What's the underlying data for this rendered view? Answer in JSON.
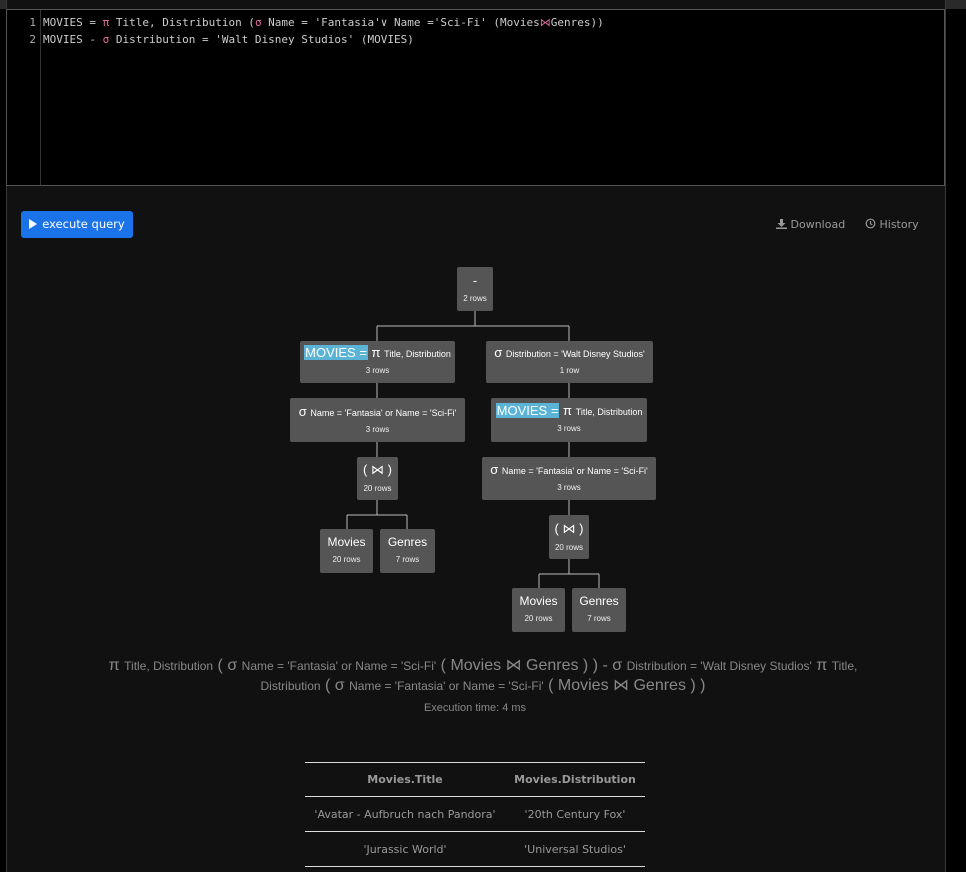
{
  "editor": {
    "lines": [
      {
        "num": "1",
        "parts": [
          "MOVIES = ",
          "π",
          " Title, Distribution (",
          "σ",
          " Name = 'Fantasia'∨ Name ='Sci-Fi' (Movies",
          "⋈",
          "Genres))"
        ]
      },
      {
        "num": "2",
        "parts": [
          "MOVIES - ",
          "σ",
          " Distribution = 'Walt Disney Studios' (MOVIES)"
        ]
      }
    ]
  },
  "toolbar": {
    "execute_label": "execute query",
    "download_label": "Download",
    "history_label": "History"
  },
  "tree": {
    "root": {
      "op": "-",
      "rows": "2 rows"
    },
    "left_proj": {
      "hl": "MOVIES =",
      "sym": "π",
      "sub": "Title, Distribution",
      "rows": "3 rows"
    },
    "left_sel": {
      "sym": "σ",
      "sub": "Name = 'Fantasia' or Name = 'Sci-Fi'",
      "rows": "3 rows"
    },
    "left_join": {
      "op": "( ⋈ )",
      "rows": "20 rows"
    },
    "left_movies": {
      "op": "Movies",
      "rows": "20 rows"
    },
    "left_genres": {
      "op": "Genres",
      "rows": "7 rows"
    },
    "right_sel": {
      "sym": "σ",
      "sub": "Distribution = 'Walt Disney Studios'",
      "rows": "1 row"
    },
    "right_proj": {
      "hl": "MOVIES =",
      "sym": "π",
      "sub": "Title, Distribution",
      "rows": "3 rows"
    },
    "right_sel2": {
      "sym": "σ",
      "sub": "Name = 'Fantasia' or Name = 'Sci-Fi'",
      "rows": "3 rows"
    },
    "right_join": {
      "op": "( ⋈ )",
      "rows": "20 rows"
    },
    "right_movies": {
      "op": "Movies",
      "rows": "20 rows"
    },
    "right_genres": {
      "op": "Genres",
      "rows": "7 rows"
    }
  },
  "expression": {
    "line1": {
      "pi": "π",
      "pi_sub": "Title, Distribution",
      "paren_open": "(",
      "sigma": "σ",
      "sigma_sub": "Name = 'Fantasia' or Name = 'Sci-Fi'",
      "inner": "( Movies ⋈ Genres ) )",
      "minus_sigma": "- σ",
      "minus_sub": "Distribution = 'Walt Disney Studios'",
      "pi2": "π",
      "pi2_sub": "Title,"
    },
    "line2": {
      "sub_start": "Distribution",
      "paren_open": "(",
      "sigma": "σ",
      "sigma_sub": "Name = 'Fantasia' or Name = 'Sci-Fi'",
      "inner": "( Movies ⋈ Genres ) )"
    }
  },
  "exec_time": "Execution time: 4 ms",
  "result": {
    "headers": [
      "Movies.Title",
      "Movies.Distribution"
    ],
    "rows": [
      [
        "'Avatar - Aufbruch nach Pandora'",
        "'20th Century Fox'"
      ],
      [
        "'Jurassic World'",
        "'Universal Studios'"
      ]
    ]
  }
}
